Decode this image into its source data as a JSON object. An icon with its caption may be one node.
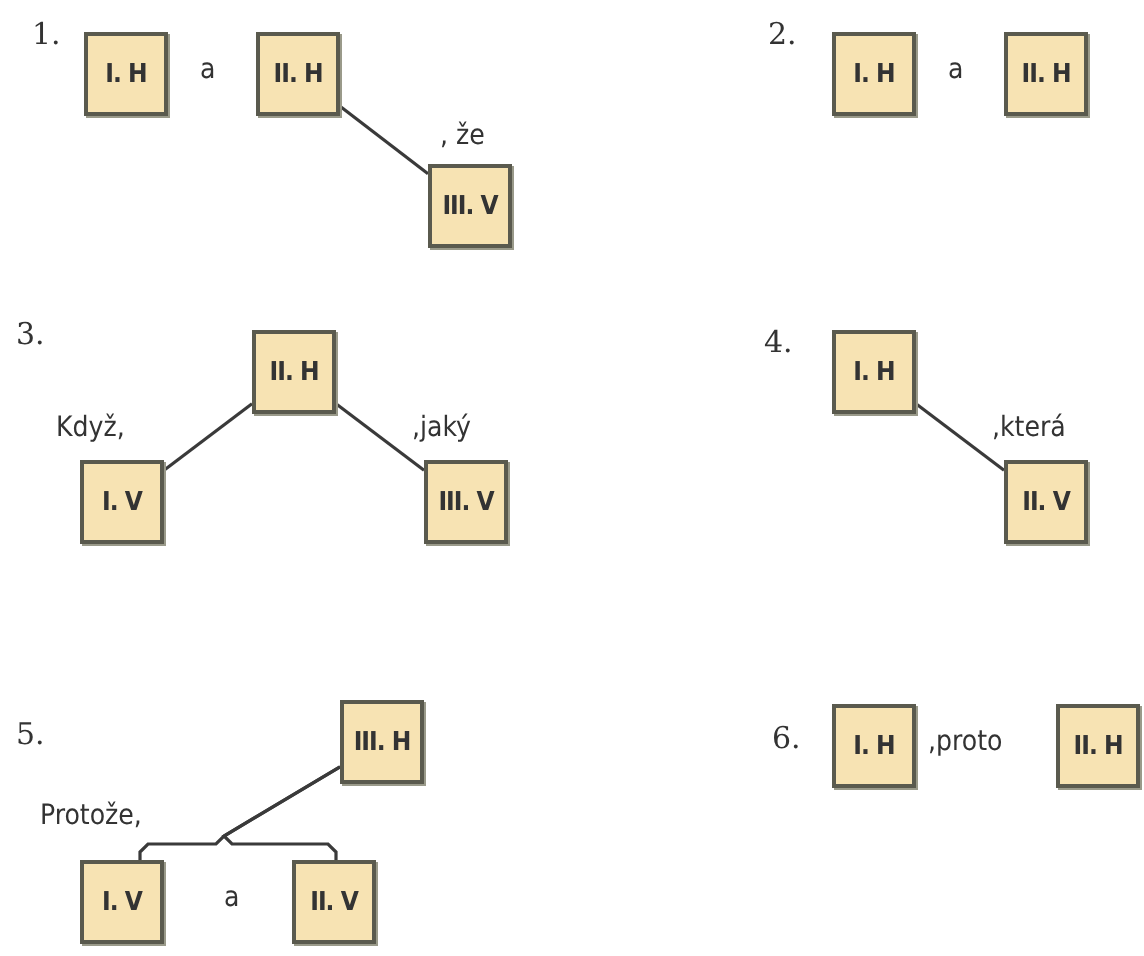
{
  "diagram": {
    "nodes": [
      {
        "text": [
          "I. H"
        ]
      },
      {
        "text": [
          "II. H"
        ]
      },
      {
        "text": [
          "III. V"
        ],
        "beside": [
          ", že"
        ]
      },
      {
        "text": [
          "I. H"
        ]
      },
      {
        "text": [
          "II. H"
        ]
      },
      {
        "text": [
          "II. H"
        ]
      },
      {
        "text": [
          "I. V"
        ],
        "beside": [
          "Když,"
        ]
      },
      {
        "text": [
          "III. V"
        ],
        "beside": [
          ",jaký"
        ]
      },
      {
        "text": [
          "I. H"
        ]
      },
      {
        "text": [
          "II. V"
        ],
        "beside": [
          ",která"
        ]
      },
      {
        "text": [
          "III. H"
        ]
      },
      {
        "text": [
          "I. V"
        ],
        "beside": [
          "Protože,"
        ]
      },
      {
        "text": [
          "II. V"
        ]
      },
      {
        "text": [
          "I. H"
        ]
      },
      {
        "text": [
          "II. H"
        ]
      }
    ],
    "edges": [
      {
        "from": 1,
        "to": 2,
        "arrow": "none"
      },
      {
        "from": 5,
        "to": 6,
        "arrow": "none"
      },
      {
        "from": 5,
        "to": 7,
        "arrow": "none"
      },
      {
        "from": 8,
        "to": 9,
        "arrow": "none"
      },
      {
        "from": 10,
        "to": 11,
        "arrow": "none"
      },
      {
        "from": 10,
        "to": 12,
        "arrow": "none"
      }
    ],
    "labels": [
      "1.",
      "a",
      "2.",
      "a",
      "3.",
      "4.",
      "5.",
      "a",
      "6.",
      ",proto"
    ]
  }
}
